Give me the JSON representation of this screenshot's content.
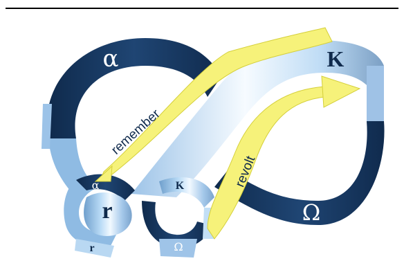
{
  "labels": {
    "big_alpha": "α",
    "big_kappa": "K",
    "big_omega": "Ω",
    "small_alpha": "α",
    "small_kappa": "K",
    "small_omega": "Ω",
    "small_r_center": "r",
    "small_r_bottom": "r"
  },
  "arrows": {
    "remember": "remember",
    "revolt": "revolt"
  },
  "colors": {
    "dark_band": "#14345e",
    "light_band": "#a9cdef",
    "highlight": "#e8f4ff",
    "arrow_fill": "#f6f27a",
    "arrow_stroke": "#d4cf3a",
    "rule": "#000000"
  }
}
